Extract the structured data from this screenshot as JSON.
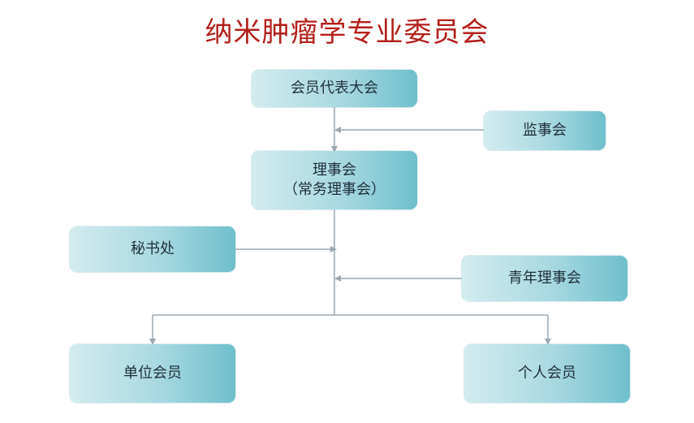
{
  "title": "纳米肿瘤学专业委员会",
  "nodes": {
    "general_assembly": "会员代表大会",
    "supervisory_board": "监事会",
    "council": "理事会",
    "council_sub": "（常务理事会）",
    "secretariat": "秘书处",
    "youth_council": "青年理事会",
    "unit_members": "单位会员",
    "individual_members": "个人会员"
  },
  "colors": {
    "title": "#b3201b",
    "connector": "#9aa7b0",
    "box_gradient_start": "#d3ecef",
    "box_gradient_end": "#6ebfcc"
  }
}
